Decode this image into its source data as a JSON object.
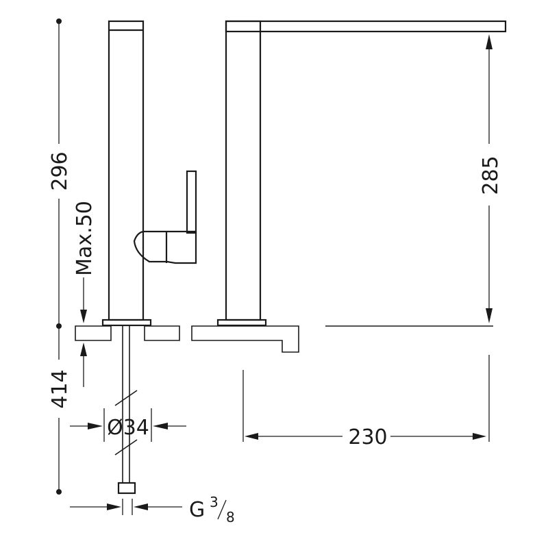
{
  "dimensions": {
    "total_height": "296",
    "spout_height": "285",
    "max_thickness": "Max.50",
    "hose_length": "414",
    "base_diameter": "Ø34",
    "reach": "230",
    "thread_letter": "G",
    "thread_numerator": "3",
    "thread_denominator": "8"
  }
}
